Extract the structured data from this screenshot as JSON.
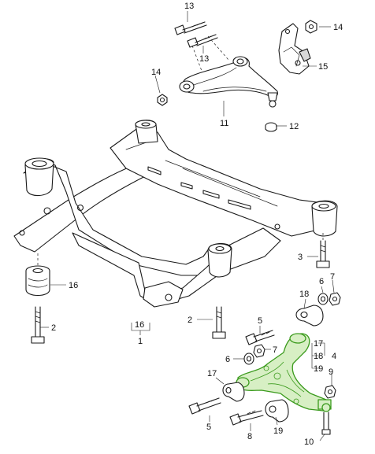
{
  "callouts": {
    "c1": "1",
    "c2a": "2",
    "c2b": "2",
    "c3": "3",
    "c4": "4",
    "c5a": "5",
    "c5b": "5",
    "c6a": "6",
    "c6b": "6",
    "c7a": "7",
    "c7b": "7",
    "c8": "8",
    "c9": "9",
    "c10": "10",
    "c11": "11",
    "c12": "12",
    "c13a": "13",
    "c13b": "13",
    "c14a": "14",
    "c14b": "14",
    "c15": "15",
    "c16a": "16",
    "c16b": "16",
    "c17a": "17",
    "c17b": "17",
    "c18a": "18",
    "c18b": "18",
    "c19a": "19",
    "c19b": "19"
  },
  "colors": {
    "highlight_part": "#3a9a1c",
    "highlight_fill": "#d7efc4",
    "line_art": "#1a1a1a"
  }
}
